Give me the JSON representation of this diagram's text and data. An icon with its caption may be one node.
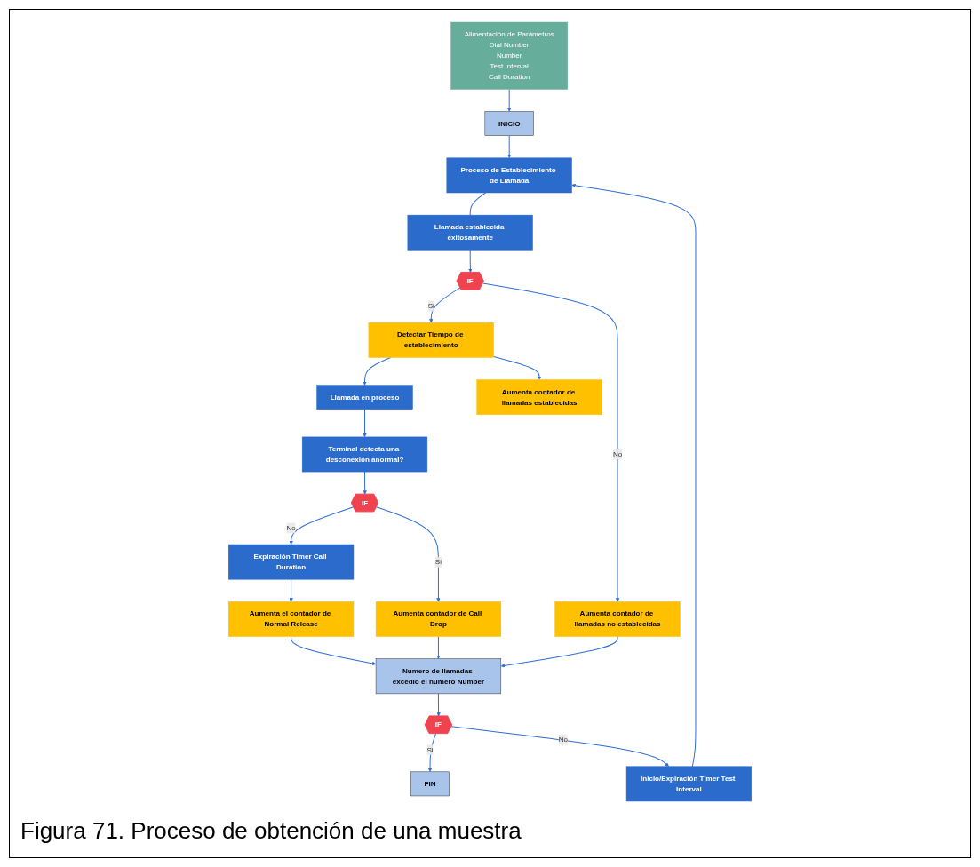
{
  "diagram": {
    "caption": "Figura 71. Proceso de obtención de una muestra",
    "nodes": [
      {
        "text": [
          "FIN"
        ]
      },
      {
        "text": [
          "INICIO"
        ]
      },
      {
        "text": [
          "Alimentación de Parámetros",
          "Dial Number",
          "Number",
          "Test Interval",
          "Call Duration"
        ]
      },
      {
        "text": [
          "IF"
        ]
      },
      {
        "text": [
          "Inicio/Expiración Timer Test Interval"
        ]
      },
      {
        "text": [
          "Proceso de Establecimiento de Llamada"
        ]
      },
      {
        "text": [
          "Llamada establecida exitosamente"
        ]
      },
      {
        "text": [
          "IF"
        ]
      },
      {
        "text": [
          "Detectar Tiempo de establecimiento"
        ]
      },
      {
        "text": [
          "Llamada en proceso"
        ]
      },
      {
        "text": [
          "Aumenta contador de llamadas establecidas"
        ]
      },
      {
        "text": [
          "Numero de llamadas excedio el número Number"
        ]
      },
      {
        "text": [
          "Aumenta contador de llamadas no establecidas"
        ]
      },
      {
        "text": [
          "Terminal detecta una desconexión anormal?"
        ]
      },
      {
        "text": [
          "Aumenta contador de Call Drop"
        ]
      },
      {
        "text": [
          "IF"
        ]
      },
      {
        "text": [
          "Expiración Timer Call Duration"
        ]
      },
      {
        "text": [
          "Aumenta el contador de Normal Release"
        ]
      }
    ],
    "edges": [
      {
        "from": 2,
        "to": 1,
        "arrow": "to"
      },
      {
        "from": 1,
        "to": 5,
        "arrow": "to"
      },
      {
        "from": 5,
        "to": 6,
        "arrow": "none"
      },
      {
        "from": 6,
        "to": 7,
        "arrow": "to"
      },
      {
        "from": 7,
        "to": 8,
        "label": "Si",
        "arrow": "to"
      },
      {
        "from": 7,
        "to": 12,
        "label": "No",
        "arrow": "to"
      },
      {
        "from": 8,
        "to": 9,
        "arrow": "to"
      },
      {
        "from": 8,
        "to": 10,
        "arrow": "to"
      },
      {
        "from": 9,
        "to": 13,
        "arrow": "to"
      },
      {
        "from": 13,
        "to": 15,
        "arrow": "to"
      },
      {
        "from": 15,
        "to": 14,
        "label": "Si",
        "arrow": "to"
      },
      {
        "from": 15,
        "to": 16,
        "label": "No",
        "arrow": "to"
      },
      {
        "from": 16,
        "to": 17,
        "arrow": "to"
      },
      {
        "from": 17,
        "to": 11,
        "arrow": "to"
      },
      {
        "from": 14,
        "to": 11,
        "arrow": "to"
      },
      {
        "from": 12,
        "to": 11,
        "arrow": "to"
      },
      {
        "from": 11,
        "to": 3,
        "arrow": "to"
      },
      {
        "from": 3,
        "to": 0,
        "label": "Si",
        "arrow": "to"
      },
      {
        "from": 3,
        "to": 4,
        "label": "No",
        "arrow": "to"
      },
      {
        "from": 4,
        "to": 5,
        "arrow": "to"
      }
    ]
  }
}
